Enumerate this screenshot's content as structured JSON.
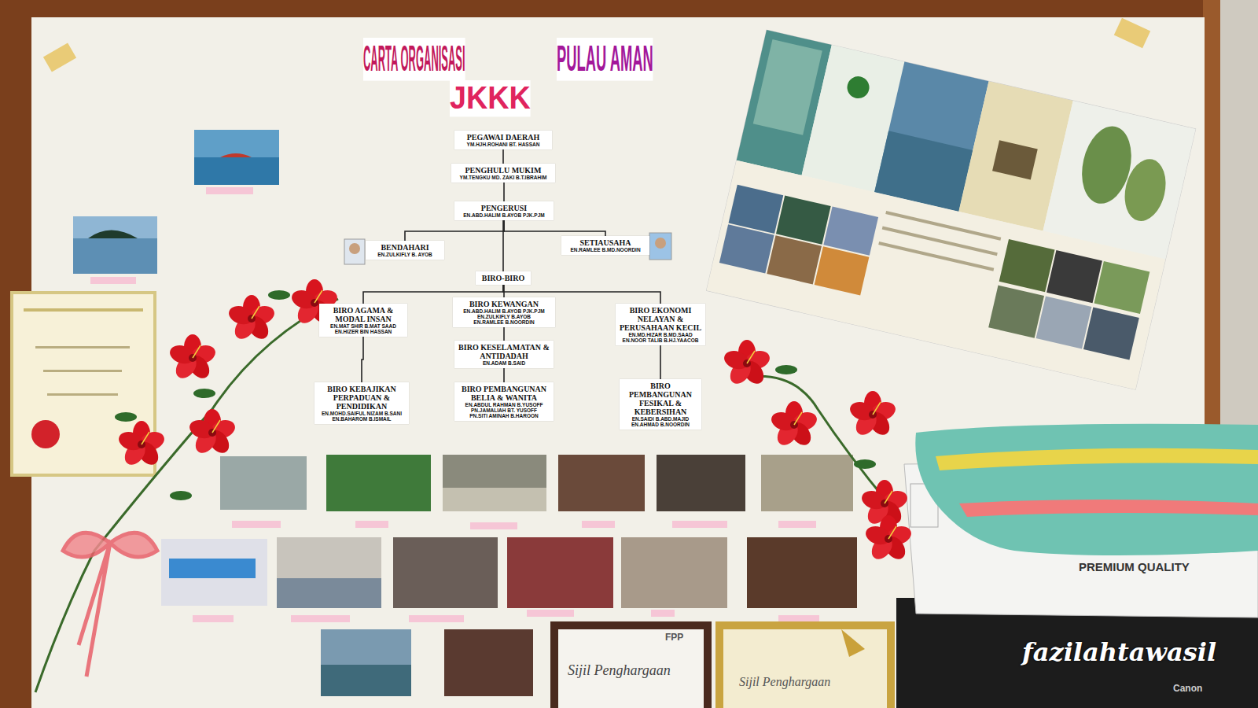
{
  "diagram": {
    "title": "CARTA ORGANISASI",
    "nodes": [
      {
        "text": [
          "PEGAWAI DAERAH",
          "YM.HJH.ROHANI BT. HASSAN"
        ]
      },
      {
        "text": [
          "PENGHULU MUKIM",
          "YM.TENGKU MD. ZAKI B.T.IBRAHIM"
        ]
      },
      {
        "text": [
          "PENGERUSI",
          "EN.ABD.HALIM B.AYOB PJK.PJM"
        ]
      },
      {
        "text": [
          "BENDAHARI",
          "EN.ZULKIFLY B. AYOB"
        ]
      },
      {
        "text": [
          "SETIAUSAHA",
          "EN.RAMLEE B.MD.NOORDIN"
        ]
      },
      {
        "text": [
          "BIRO-BIRO"
        ]
      },
      {
        "text": [
          "BIRO AGAMA & MODAL INSAN",
          "EN.MAT SHIR B.MAT SAAD",
          "EN.HIZER BIN HASSAN"
        ]
      },
      {
        "text": [
          "BIRO KEWANGAN",
          "EN.ABD.HALIM B.AYOB PJK.PJM",
          "EN.ZULKIFLY B.AYOB",
          "EN.RAMLEE B.NOORDIN"
        ]
      },
      {
        "text": [
          "BIRO EKONOMI NELAYAN & PERUSAHAAN KECIL",
          "EN.MD.HIZAR B.MD.SAAD",
          "EN.NOOR TALIB B.HJ.YAACOB"
        ]
      },
      {
        "text": [
          "BIRO KESELAMATAN & ANTIDADAH",
          "EN.ADAM B.SAID"
        ]
      },
      {
        "text": [
          "BIRO KEBAJIKAN PERPADUAN & PENDIDIKAN",
          "EN.MOHD.SAIFUL NIZAM B.SANI",
          "EN.BAHAROM B.ISMAIL"
        ]
      },
      {
        "text": [
          "BIRO PEMBANGUNAN BELIA & WANITA",
          "EN.ABDUL RAHMAN B.YUSOFF",
          "PN.JAMALIAH BT. YUSOFF",
          "PN.SITI AMINAH B.HAROON"
        ]
      },
      {
        "text": [
          "BIRO PEMBANGUNAN FESIKAL & KEBERSIHAN",
          "EN.SAIDI B.ABD.MAJID",
          "EN.AHMAD B.NOORDIN"
        ]
      }
    ],
    "edges": [
      {
        "from": 0,
        "to": 1,
        "arrow": "none"
      },
      {
        "from": 1,
        "to": 2,
        "arrow": "none"
      },
      {
        "from": 2,
        "to": 3,
        "arrow": "none"
      },
      {
        "from": 2,
        "to": 4,
        "arrow": "none"
      },
      {
        "from": 2,
        "to": 5,
        "arrow": "none"
      },
      {
        "from": 5,
        "to": 6,
        "arrow": "none"
      },
      {
        "from": 5,
        "to": 7,
        "arrow": "none"
      },
      {
        "from": 5,
        "to": 8,
        "arrow": "none"
      },
      {
        "from": 6,
        "to": 10,
        "arrow": "none"
      },
      {
        "from": 7,
        "to": 9,
        "arrow": "none"
      },
      {
        "from": 9,
        "to": 11,
        "arrow": "none"
      },
      {
        "from": 8,
        "to": 12,
        "arrow": "none"
      }
    ],
    "labels": [
      "PULAU AMAN",
      "JKKK",
      "FPP",
      "Sijil Penghargaan",
      "Sijil Penghargaan",
      "PREMIUM QUALITY",
      "fazilahtawasil",
      "Canon"
    ]
  }
}
